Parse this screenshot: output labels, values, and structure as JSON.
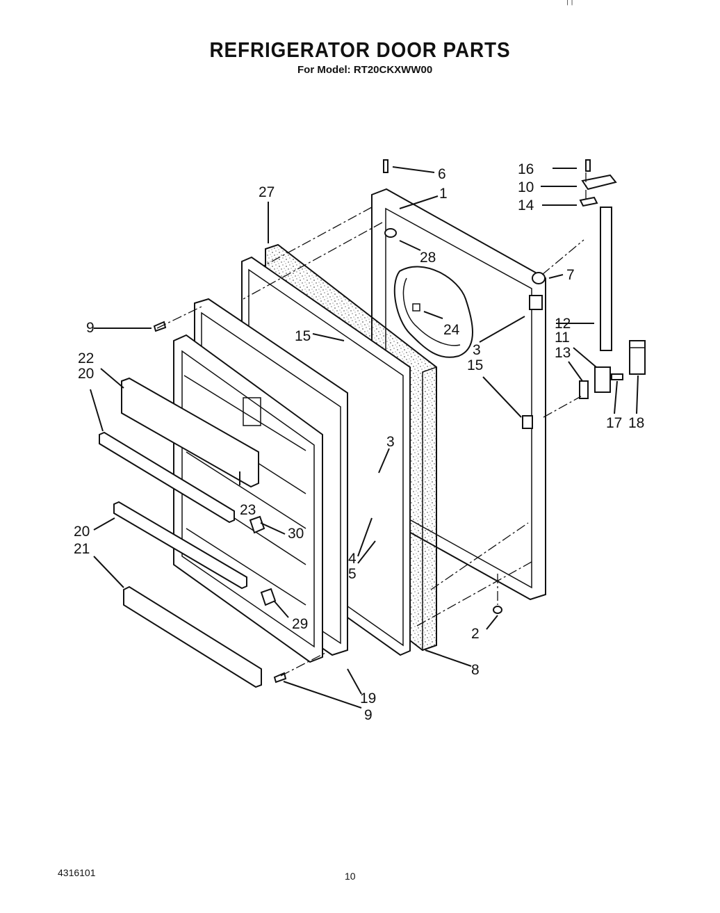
{
  "title": "REFRIGERATOR DOOR PARTS",
  "model_line": "For Model: RT20CKXWW00",
  "doc_number": "4316101",
  "page_number": "10",
  "top_mark": "| |",
  "callouts": {
    "c1": "1",
    "c2": "2",
    "c3a": "3",
    "c3b": "3",
    "c4": "4",
    "c5": "5",
    "c6": "6",
    "c7": "7",
    "c8": "8",
    "c9a": "9",
    "c9b": "9",
    "c10": "10",
    "c11": "11",
    "c12": "12",
    "c13": "13",
    "c14": "14",
    "c15a": "15",
    "c15b": "15",
    "c16": "16",
    "c17": "17",
    "c18": "18",
    "c19": "19",
    "c20a": "20",
    "c20b": "20",
    "c21": "21",
    "c22": "22",
    "c23": "23",
    "c24": "24",
    "c27": "27",
    "c28": "28",
    "c29": "29",
    "c30": "30"
  }
}
